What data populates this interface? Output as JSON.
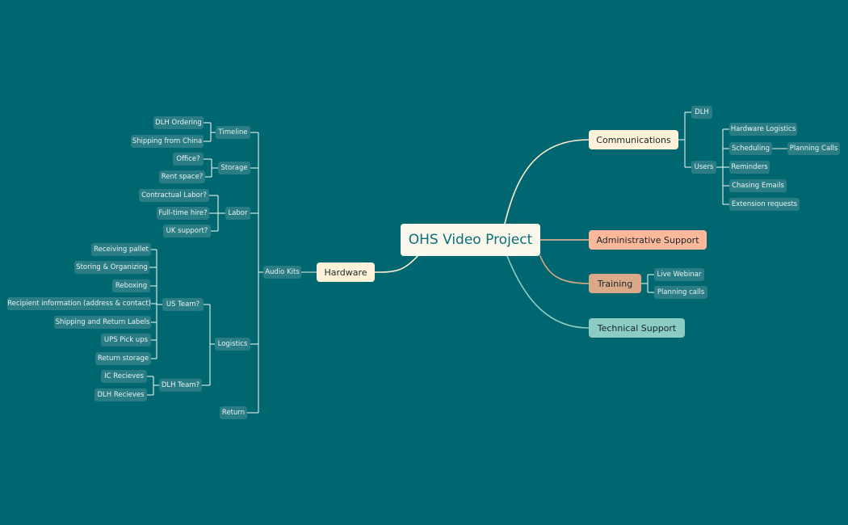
{
  "root": "OHS Video Project",
  "branches": {
    "hardware": {
      "label": "Hardware",
      "audio_kits": {
        "label": "Audio Kits",
        "timeline": {
          "label": "Timeline",
          "items": [
            "DLH Ordering",
            "Shipping from China"
          ]
        },
        "storage": {
          "label": "Storage",
          "items": [
            "Office?",
            "Rent space?"
          ]
        },
        "labor": {
          "label": "Labor",
          "items": [
            "Contractual Labor?",
            "Full-time hire?",
            "UK support?"
          ]
        },
        "logistics": {
          "label": "Logistics",
          "us_team": {
            "label": "US Team?",
            "items": [
              "Receiving pallet",
              "Storing & Organizing",
              "Reboxing",
              "Recipient information (address & contact)",
              "Shipping and Return Labels",
              "UPS Pick ups",
              "Return storage"
            ]
          },
          "dlh_team": {
            "label": "DLH Team?",
            "items": [
              "IC Recieves",
              "DLH Recieves"
            ]
          }
        },
        "return": {
          "label": "Return"
        }
      }
    },
    "communications": {
      "label": "Communications",
      "dlh": "DLH",
      "users": {
        "label": "Users",
        "items": [
          "Hardware Logistics",
          "Scheduling",
          "Reminders",
          "Chasing Emails",
          "Extension requests"
        ],
        "scheduling_child": "Planning Calls"
      }
    },
    "administrative_support": {
      "label": "Administrative Support"
    },
    "training": {
      "label": "Training",
      "items": [
        "Live Webinar",
        "Planning calls"
      ]
    },
    "technical_support": {
      "label": "Technical Support"
    }
  },
  "colors": {
    "background": "#006770",
    "root_fill": "#fbf8ee",
    "root_text": "#0a6f78",
    "communications_hardware": "#fff2d9",
    "administrative_support": "#fdb79b",
    "training": "#dba988",
    "technical_support": "#8ccdc3",
    "subtopic": "#2a7d85",
    "connector": "#e6f0ea"
  }
}
